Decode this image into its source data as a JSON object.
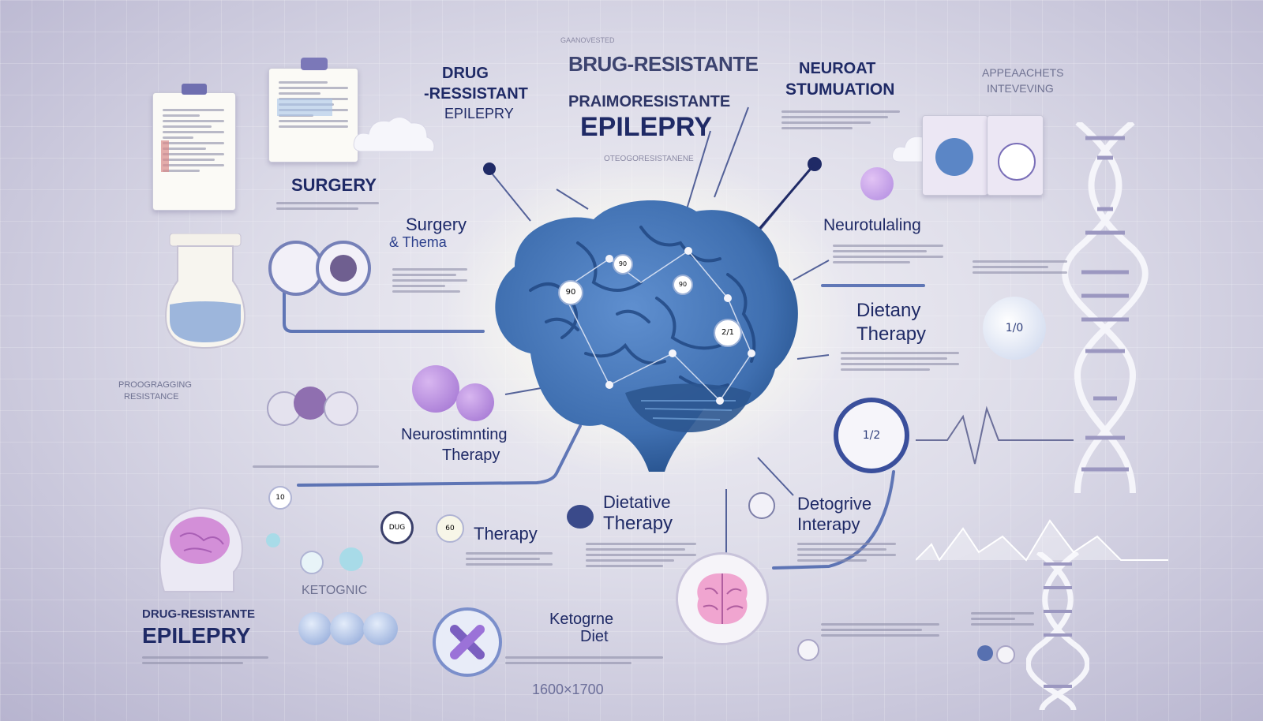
{
  "titles": {
    "main_line1": "BRUG-RESISTANTE",
    "main_line2": "PRAIMORESISTANTE",
    "main_line3": "EPILEPRY",
    "main_caption": "OTEOGORESISTANENE",
    "left_drug_line1": "DRUG",
    "left_drug_line2": "-RESSISTANT",
    "left_drug_line3": "EPILEPRY",
    "top_right_line1": "NEUROAT",
    "top_right_line2": "STUMUATION",
    "far_right_line1": "APPEAACHETS",
    "far_right_line2": "INTEVEVING",
    "top_caption": "GAANOVESTED"
  },
  "labels": {
    "surgery_caps": "SURGERY",
    "surgery_line1": "Surgery",
    "surgery_line2": "& Thema",
    "neurotulaing": "Neurotulaling",
    "dietany_line1": "Dietany",
    "dietany_line2": "Therapy",
    "neurostim_line1": "Neurostimnting",
    "neurostim_line2": "Therapy",
    "therapy": "Therapy",
    "dietative_line1": "Dietative",
    "dietative_line2": "Therapy",
    "detogrive_line1": "Detogrive",
    "detogrive_line2": "Interapy",
    "ketognic": "KETOGNIC",
    "ketogrne_line1": "Ketogrne",
    "ketogrne_line2": "Diet",
    "bottom_drug_line1": "DRUG-RESISTANTE",
    "bottom_drug_line2": "EPILEPRY",
    "left_mid_line1": "PROOGRAGGING",
    "left_mid_line2": "RESISTANCE",
    "footer_dims": "1600×1700"
  },
  "node_labels": {
    "n1": "90",
    "n2": "90",
    "n3": "90",
    "n4": "2/1",
    "vial": "1/2",
    "badge_right": "1/0",
    "pill_dug": "DUG",
    "pill_10": "10",
    "pill_60": "60"
  },
  "colors": {
    "brain_main": "#3f6fb0",
    "brain_dark": "#244f8a",
    "purple": "#a77bd8",
    "navy_text": "#1f2a66",
    "bg_lavender": "#c9c7dc"
  },
  "icons": {
    "clipboard_left": "clipboard-icon",
    "clipboard_mid": "clipboard-icon",
    "flask": "flask-icon",
    "dna": "dna-helix-icon",
    "head_brain": "head-brain-icon",
    "brain_circle": "brain-circle-icon",
    "x_mark": "x-mark-icon",
    "cloud": "cloud-icon",
    "pills": "pill-capsules-icon"
  }
}
